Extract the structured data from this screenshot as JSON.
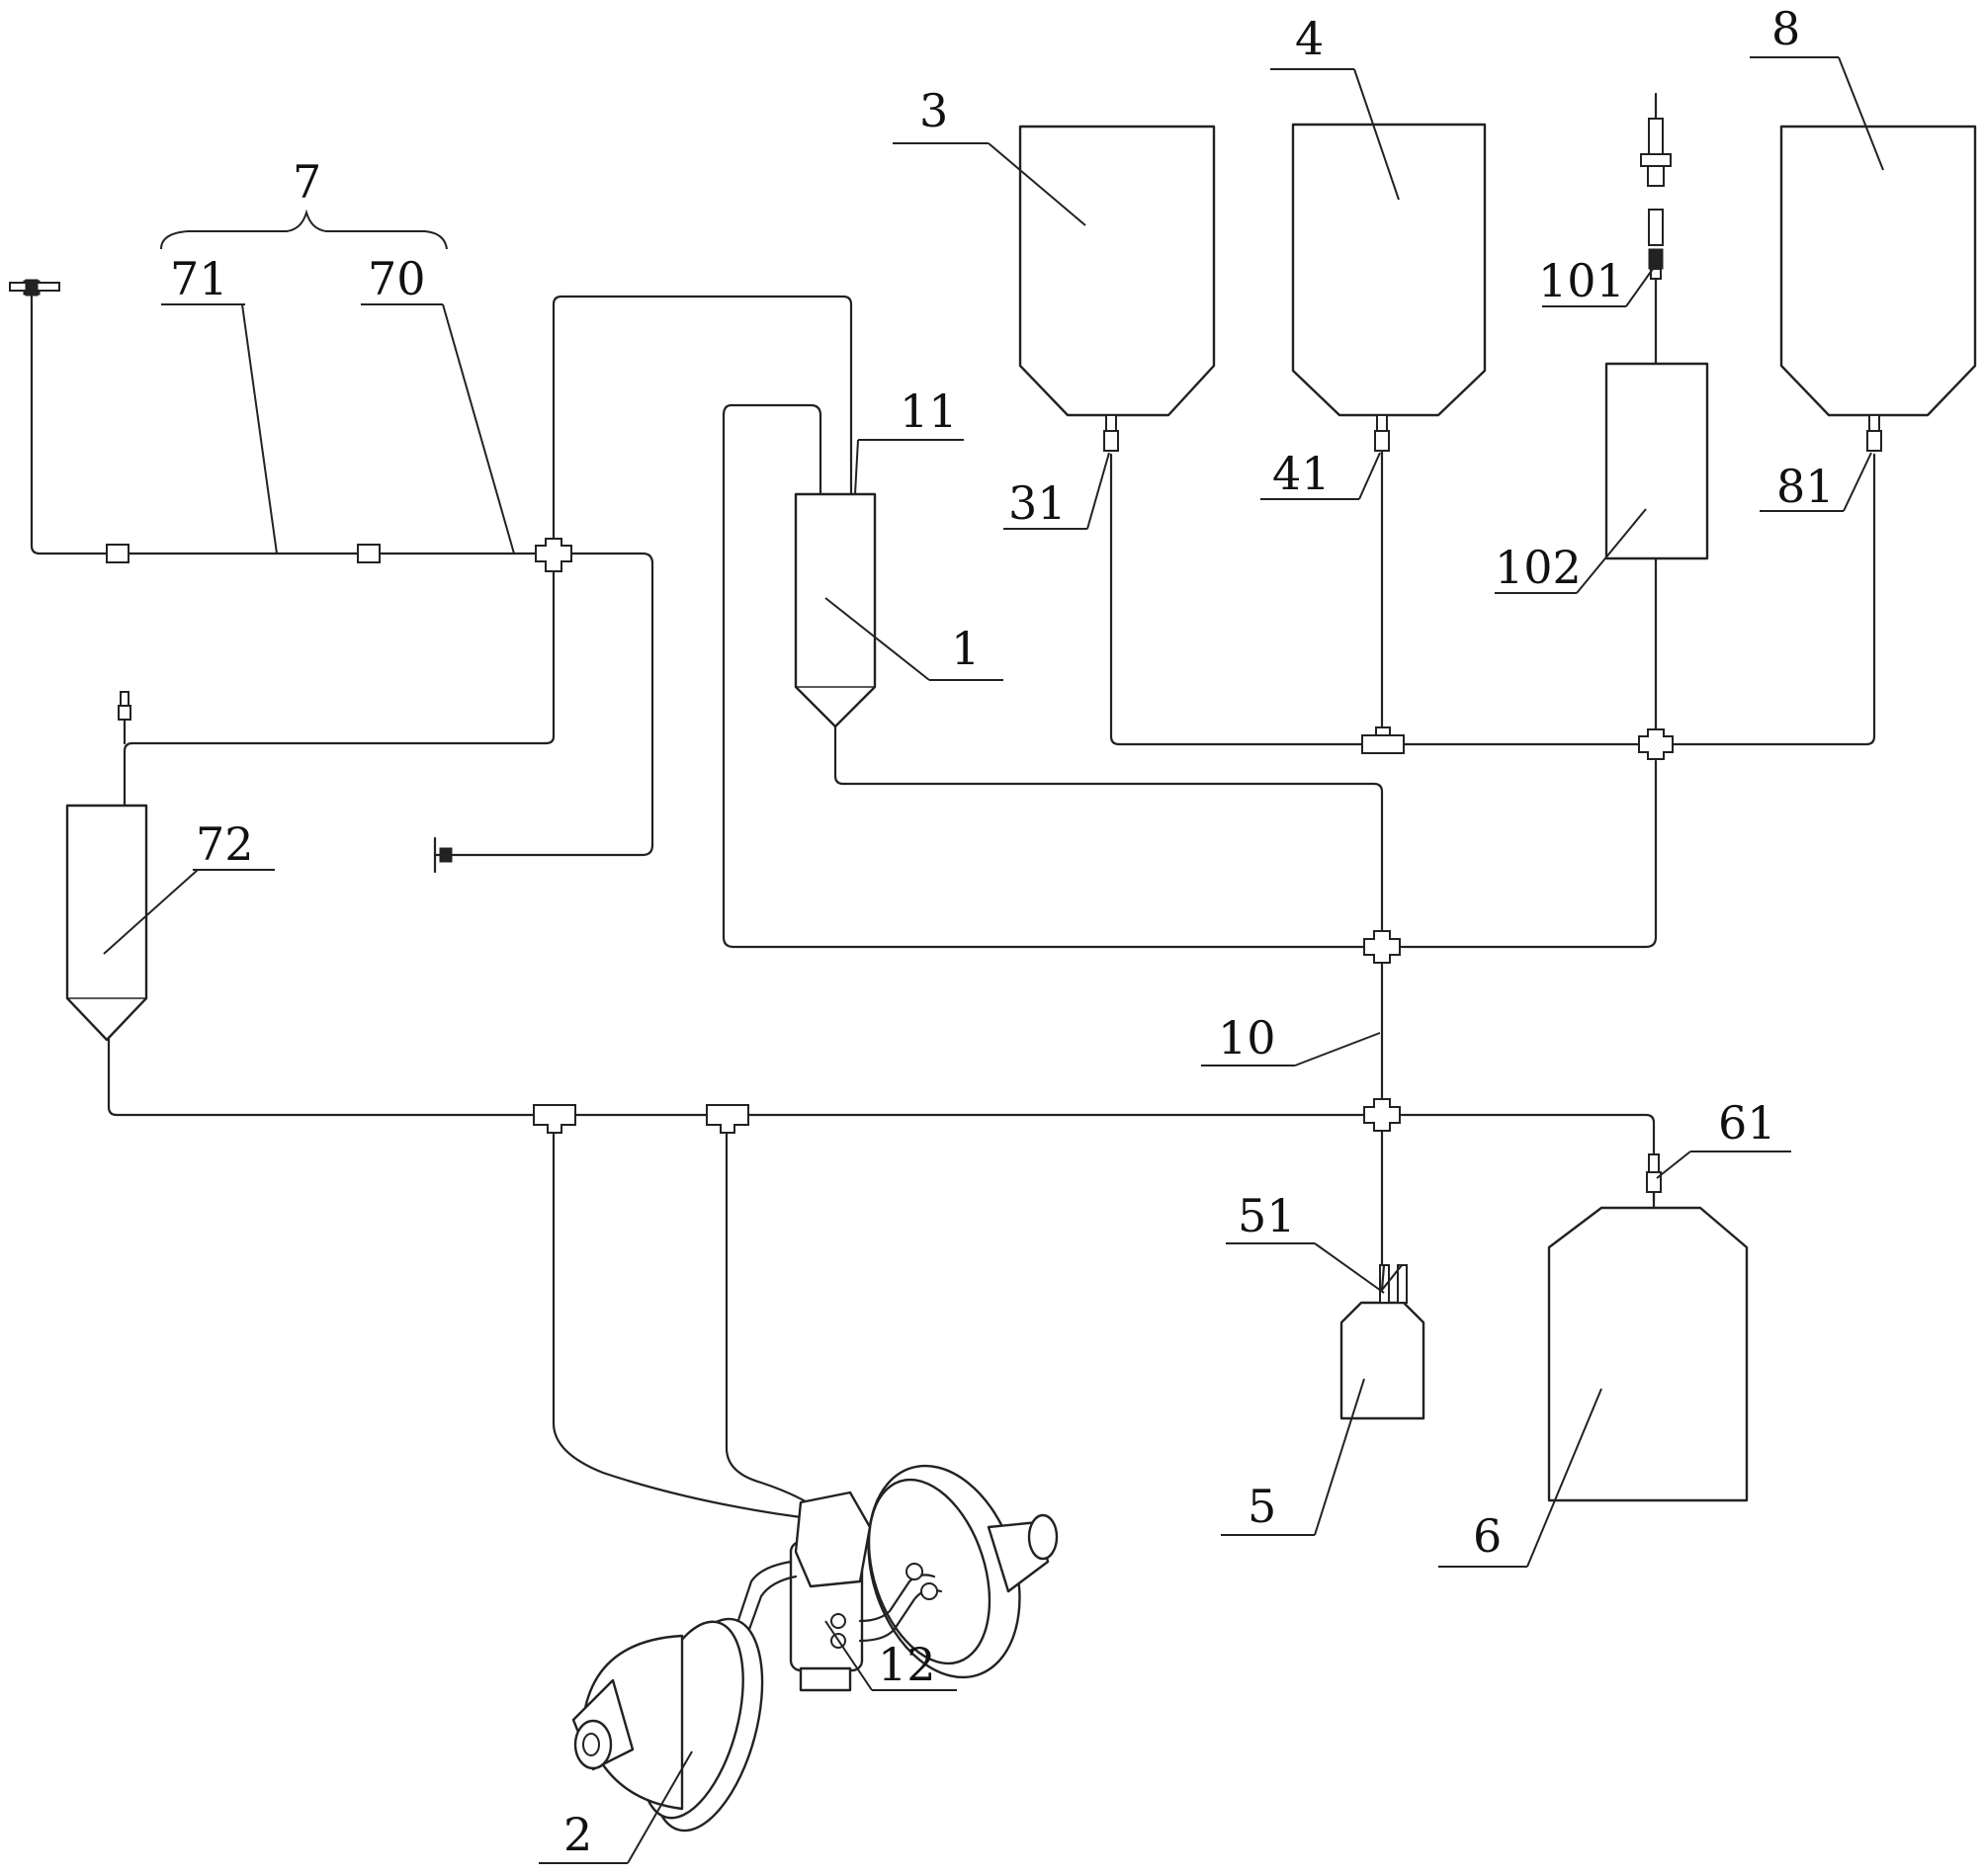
{
  "labels": {
    "l1": "1",
    "l2": "2",
    "l3": "3",
    "l4": "4",
    "l5": "5",
    "l6": "6",
    "l7": "7",
    "l8": "8",
    "l10": "10",
    "l11": "11",
    "l12": "12",
    "l31": "31",
    "l41": "41",
    "l51": "51",
    "l61": "61",
    "l70": "70",
    "l71": "71",
    "l72": "72",
    "l81": "81",
    "l101": "101",
    "l102": "102"
  }
}
